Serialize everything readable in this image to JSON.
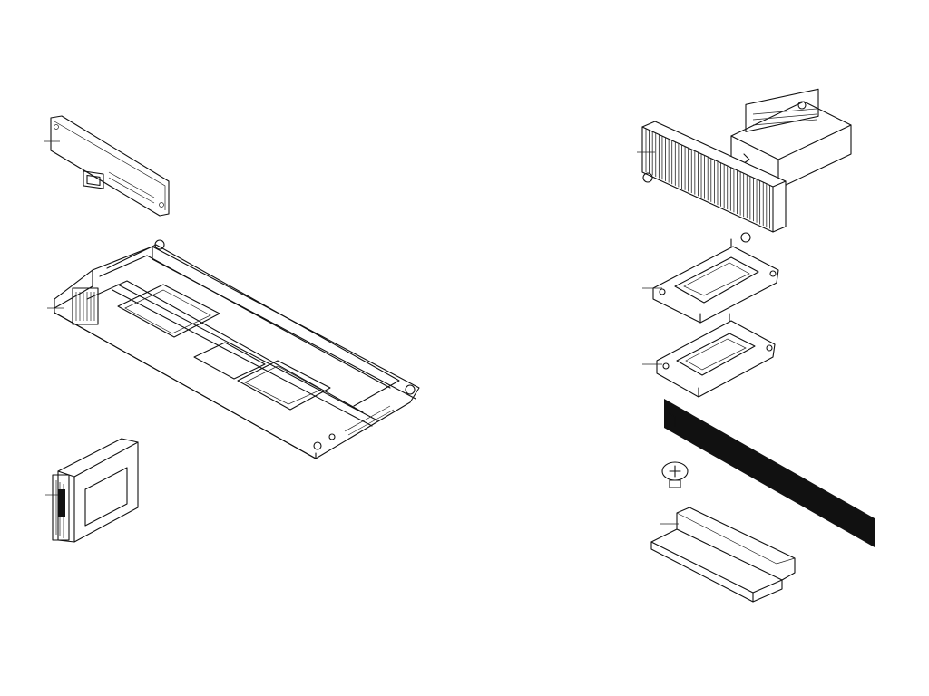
{
  "diagram": {
    "parts": [
      {
        "id": "drive-backplane",
        "icon": "backplane-icon"
      },
      {
        "id": "chassis-tray",
        "icon": "chassis-icon"
      },
      {
        "id": "drive-bay-filler",
        "icon": "filler-icon"
      },
      {
        "id": "processor-heat-sink",
        "icon": "heat-sink-icon"
      },
      {
        "id": "processor-carrier",
        "icon": "processor-carrier-icon"
      },
      {
        "id": "processor-socket-frame",
        "icon": "socket-frame-icon"
      },
      {
        "id": "thermal-gasket",
        "icon": "gasket-icon"
      },
      {
        "id": "screw",
        "icon": "screw-icon"
      },
      {
        "id": "air-duct-filler",
        "icon": "duct-icon"
      }
    ]
  }
}
